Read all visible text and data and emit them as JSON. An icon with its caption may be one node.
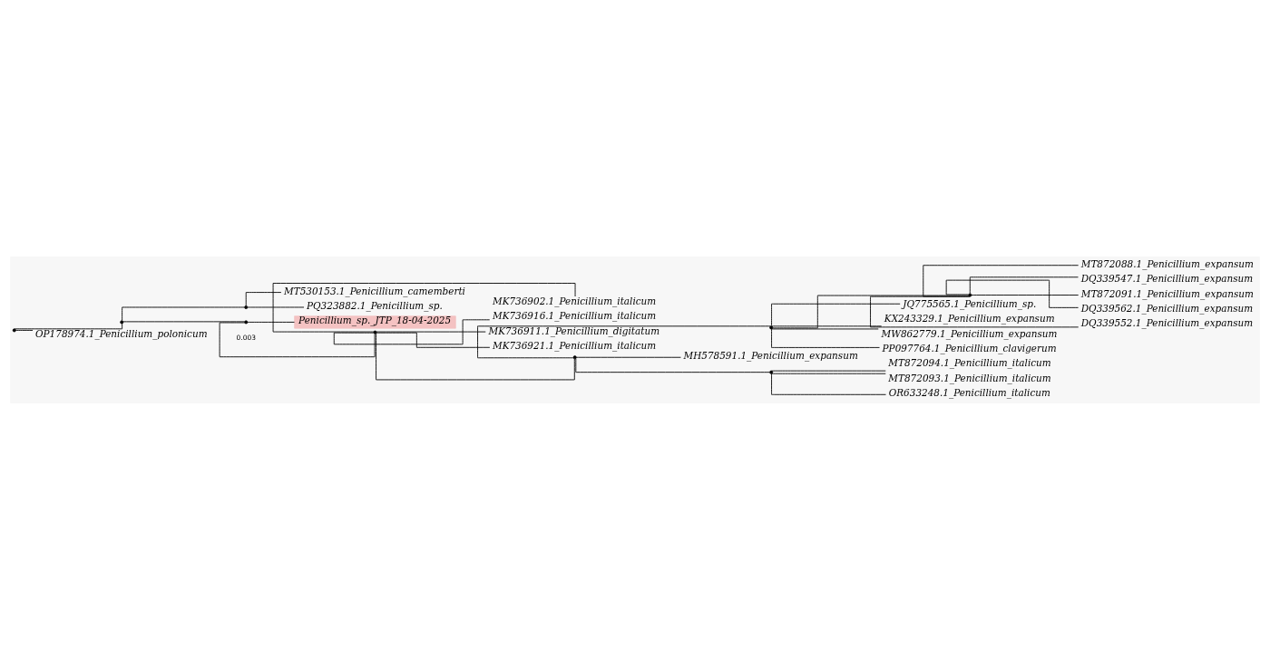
{
  "diagram": {
    "nodes": [
      {
        "text": [],
        "shape": "point"
      },
      {
        "text": [],
        "shape": "point"
      },
      {
        "text": [],
        "shape": "point"
      },
      {
        "text": [
          "MT530153.1_Penicillium_camemberti"
        ]
      },
      {
        "text": [
          "PQ323882.1_Penicillium_sp."
        ]
      },
      {
        "text": [],
        "shape": "point"
      },
      {
        "text": [
          "Penicillium_sp._JTP_18-04-2025"
        ]
      },
      {
        "text": [],
        "shape": "point"
      },
      {
        "text": [
          "MK736902.1_Penicillium_italicum"
        ]
      },
      {
        "text": [
          "MK736916.1_Penicillium_italicum"
        ]
      },
      {
        "text": [
          "MK736911.1_Penicillium_digitatum"
        ]
      },
      {
        "text": [
          "MK736921.1_Penicillium_italicum"
        ]
      },
      {
        "text": [],
        "shape": "point"
      },
      {
        "text": [],
        "shape": "point"
      },
      {
        "text": [],
        "shape": "point"
      },
      {
        "text": [
          "MT872088.1_Penicillium_expansum"
        ]
      },
      {
        "text": [
          "DQ339547.1_Penicillium_expansum"
        ]
      },
      {
        "text": [
          "MT872091.1_Penicillium_expansum"
        ]
      },
      {
        "text": [
          "DQ339562.1_Penicillium_expansum"
        ]
      },
      {
        "text": [
          "DQ339552.1_Penicillium_expansum"
        ]
      },
      {
        "text": [
          "JQ775565.1_Penicillium_sp."
        ]
      },
      {
        "text": [
          "KX243329.1_Penicillium_expansum"
        ]
      },
      {
        "text": [
          "MW862779.1_Penicillium_expansum"
        ]
      },
      {
        "text": [
          "PP097764.1_Penicillium_clavigerum"
        ]
      },
      {
        "text": [
          "MH578591.1_Penicillium_expansum"
        ]
      },
      {
        "text": [],
        "shape": "point"
      },
      {
        "text": [
          "MT872094.1_Penicillium_italicum"
        ]
      },
      {
        "text": [
          "MT872093.1_Penicillium_italicum"
        ]
      },
      {
        "text": [
          "OR633248.1_Penicillium_italicum"
        ]
      },
      {
        "text": [
          "OP178974.1_Penicillium_polonicum"
        ]
      }
    ],
    "edges": [
      {
        "from": 0,
        "to": 1,
        "arrow": "none"
      },
      {
        "from": 1,
        "to": 2,
        "arrow": "none"
      },
      {
        "from": 2,
        "to": 3,
        "arrow": "none"
      },
      {
        "from": 2,
        "to": 4,
        "arrow": "none"
      },
      {
        "from": 1,
        "to": 5,
        "arrow": "none"
      },
      {
        "from": 5,
        "to": 6,
        "arrow": "none"
      },
      {
        "from": 5,
        "to": 7,
        "arrow": "none"
      },
      {
        "from": 7,
        "to": 8,
        "arrow": "none"
      },
      {
        "from": 7,
        "to": 9,
        "arrow": "none"
      },
      {
        "from": 7,
        "to": 10,
        "arrow": "none"
      },
      {
        "from": 7,
        "to": 11,
        "arrow": "none"
      },
      {
        "from": 7,
        "to": 12,
        "arrow": "none"
      },
      {
        "from": 12,
        "to": 13,
        "arrow": "none"
      },
      {
        "from": 13,
        "to": 14,
        "arrow": "none"
      },
      {
        "from": 14,
        "to": 15,
        "arrow": "none"
      },
      {
        "from": 14,
        "to": 16,
        "arrow": "none"
      },
      {
        "from": 14,
        "to": 17,
        "arrow": "none"
      },
      {
        "from": 14,
        "to": 18,
        "arrow": "none"
      },
      {
        "from": 14,
        "to": 19,
        "arrow": "none"
      },
      {
        "from": 13,
        "to": 20,
        "arrow": "none"
      },
      {
        "from": 13,
        "to": 21,
        "arrow": "none"
      },
      {
        "from": 13,
        "to": 22,
        "arrow": "none"
      },
      {
        "from": 13,
        "to": 23,
        "arrow": "none"
      },
      {
        "from": 12,
        "to": 24,
        "arrow": "none"
      },
      {
        "from": 12,
        "to": 25,
        "arrow": "none"
      },
      {
        "from": 25,
        "to": 26,
        "arrow": "none"
      },
      {
        "from": 25,
        "to": 27,
        "arrow": "none"
      },
      {
        "from": 25,
        "to": 28,
        "arrow": "none"
      },
      {
        "from": 0,
        "to": 29,
        "arrow": "none"
      }
    ],
    "labels": [
      "0.003"
    ]
  }
}
